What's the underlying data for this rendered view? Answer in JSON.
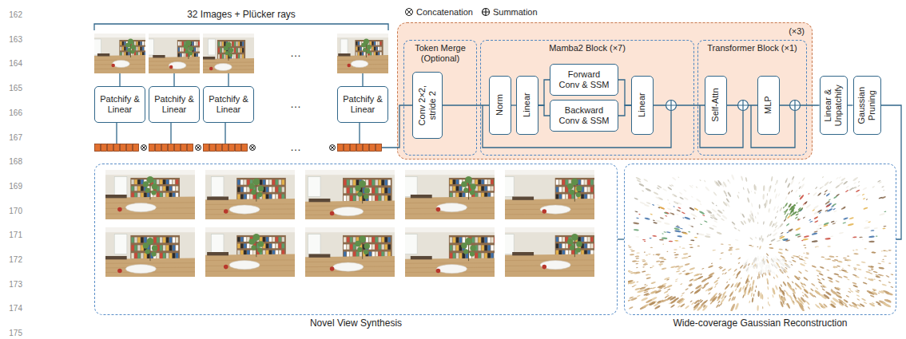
{
  "diagram": {
    "nodes": [
      {
        "text": [
          "Patchify & Linear"
        ]
      },
      {
        "text": [
          "Patchify & Linear"
        ]
      },
      {
        "text": [
          "Patchify & Linear"
        ]
      },
      {
        "text": [
          "Patchify & Linear"
        ]
      },
      {
        "text": [
          "(×3)"
        ]
      },
      {
        "text": [
          "Token Merge (Optional)"
        ],
        "in": 4
      },
      {
        "text": [
          "Conv 2×2, stride 2"
        ],
        "in": 5
      },
      {
        "text": [
          "Mamba2 Block (×7)"
        ],
        "in": 4
      },
      {
        "text": [
          "Norm"
        ],
        "in": 7
      },
      {
        "text": [
          "Linear"
        ],
        "in": 7
      },
      {
        "text": [
          "Forward Conv & SSM"
        ],
        "in": 7
      },
      {
        "text": [
          "Backward Conv & SSM"
        ],
        "in": 7
      },
      {
        "text": [
          "Linear"
        ],
        "in": 7
      },
      {
        "text": [
          "Transformer Block (×1)"
        ],
        "in": 4
      },
      {
        "text": [
          "Self-Attn"
        ],
        "in": 13
      },
      {
        "text": [
          "MLP"
        ],
        "in": 13
      },
      {
        "text": [
          "Linear & Unpatchify"
        ]
      },
      {
        "text": [
          "Gaussian Pruning"
        ]
      },
      {
        "text": [
          "Novel View Synthesis"
        ]
      },
      {
        "text": [
          "Wide-coverage Gaussian Reconstruction"
        ]
      }
    ],
    "edges": [
      {
        "from": 6,
        "to": 8,
        "arrow": "none"
      },
      {
        "from": 8,
        "to": 9,
        "arrow": "none"
      },
      {
        "from": 9,
        "to": 10,
        "arrow": "none"
      },
      {
        "from": 9,
        "to": 11,
        "arrow": "none"
      },
      {
        "from": 10,
        "to": 12,
        "arrow": "none"
      },
      {
        "from": 11,
        "to": 12,
        "arrow": "none"
      },
      {
        "from": 12,
        "to": 14,
        "arrow": "none"
      },
      {
        "from": 14,
        "to": 15,
        "arrow": "none"
      },
      {
        "from": 15,
        "to": 16,
        "arrow": "none"
      },
      {
        "from": 16,
        "to": 17,
        "arrow": "none"
      },
      {
        "from": 17,
        "to": 19,
        "arrow": "none"
      },
      {
        "from": 19,
        "to": 18,
        "arrow": "none"
      }
    ],
    "labels": [
      "32 Images + Plücker rays",
      "…",
      "…",
      "…",
      "162",
      "163",
      "164",
      "165",
      "166",
      "167",
      "168",
      "169",
      "170",
      "171",
      "172",
      "173",
      "174",
      "175"
    ],
    "legend": [
      {
        "text": "Concatenation"
      },
      {
        "text": "Summation"
      }
    ]
  }
}
